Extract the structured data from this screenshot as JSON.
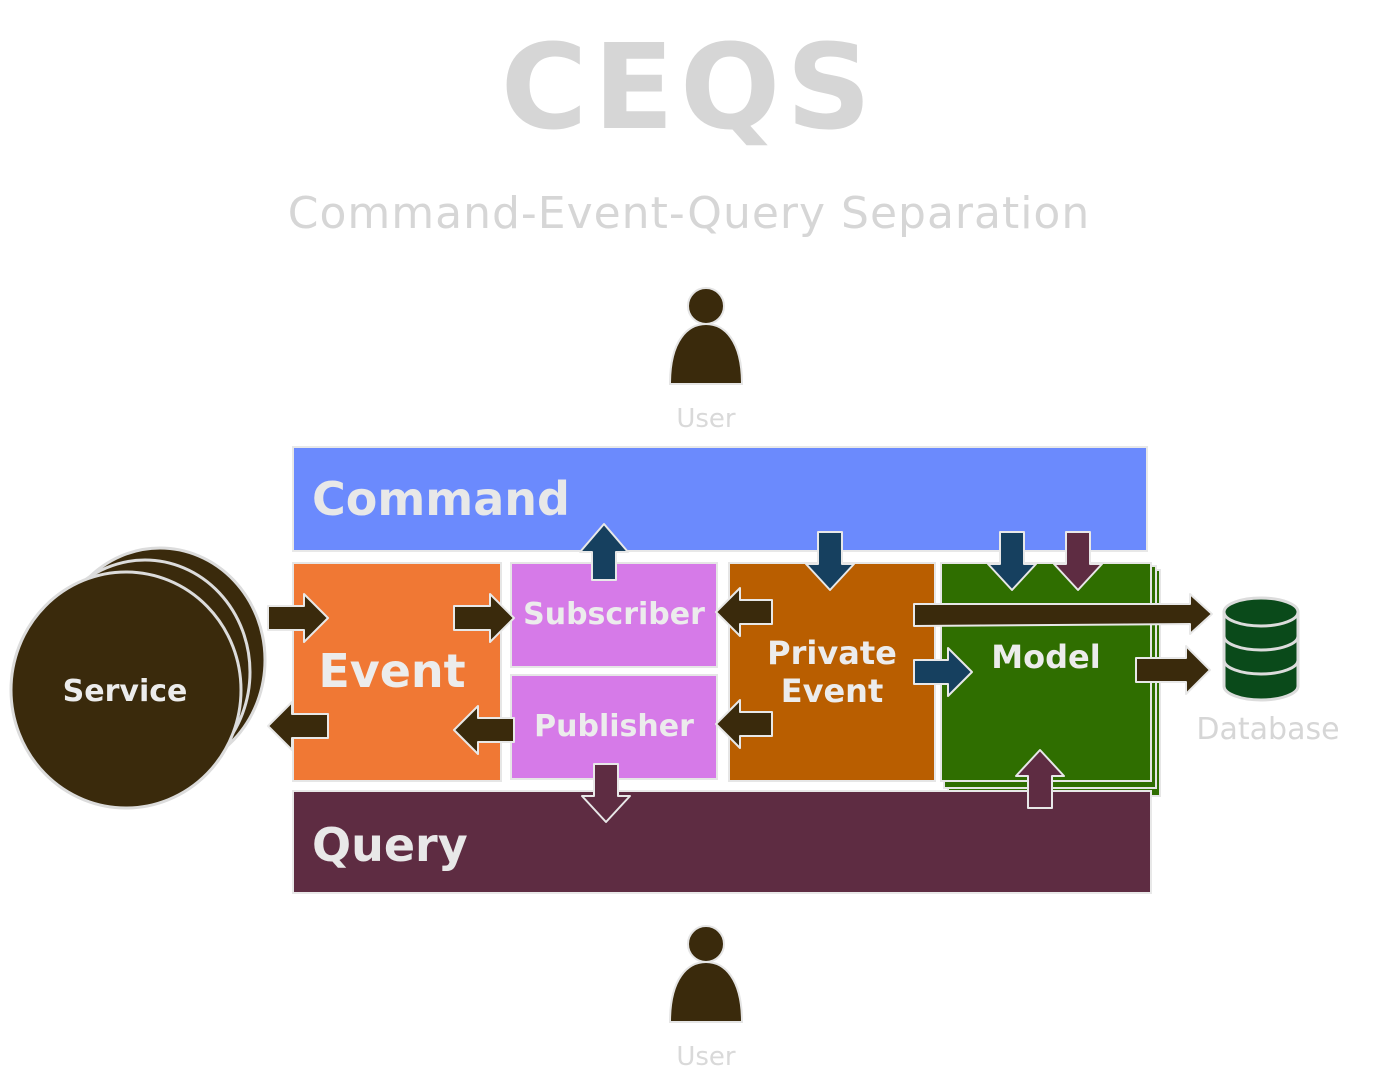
{
  "title": "CEQS",
  "subtitle": "Command-Event-Query Separation",
  "users": {
    "top_label": "User",
    "bottom_label": "User"
  },
  "layers": {
    "command": "Command",
    "query": "Query"
  },
  "components": {
    "event": "Event",
    "subscriber": "Subscriber",
    "publisher": "Publisher",
    "private_event_line1": "Private",
    "private_event_line2": "Event",
    "model": "Model"
  },
  "service": "Service",
  "database": "Database",
  "colors": {
    "command": "#6b8afd",
    "event": "#f07834",
    "subscriber_publisher": "#d67ae8",
    "private_event": "#b95e00",
    "model": "#2f6e00",
    "query": "#5e2c42",
    "service": "#3a2a0c",
    "user": "#3a2a0c",
    "database": "#0a4a1a",
    "arrow_dark": "#3a2a0c",
    "arrow_blue": "#16405f",
    "arrow_maroon": "#5e2c42"
  }
}
